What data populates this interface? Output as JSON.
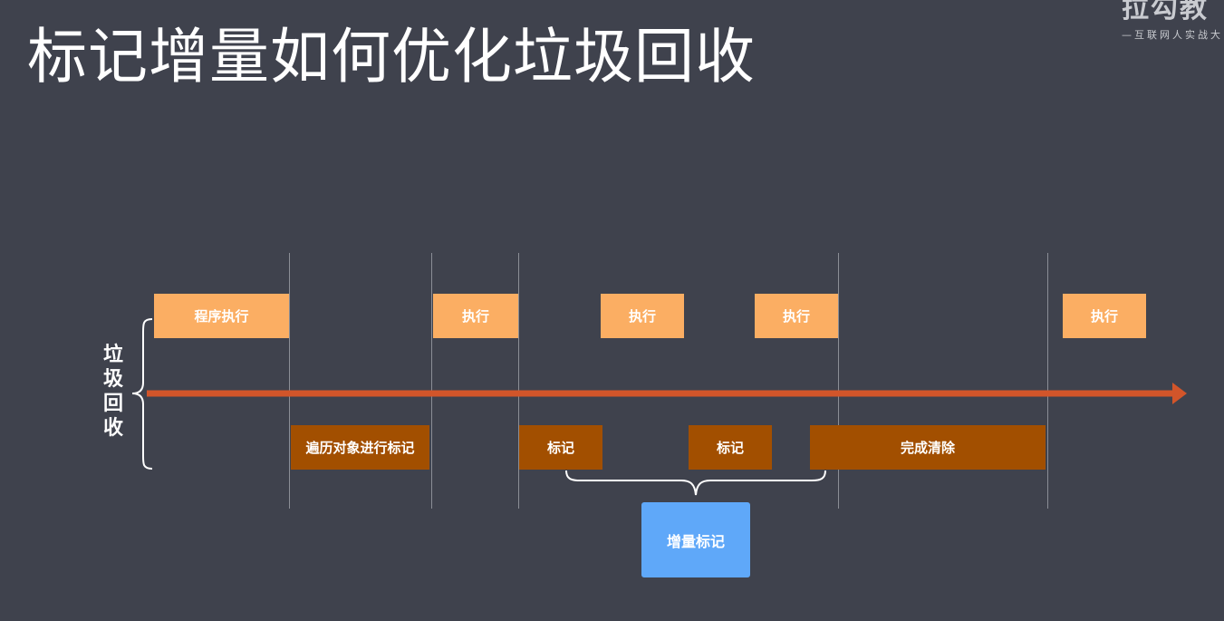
{
  "title": "标记增量如何优化垃圾回收",
  "logo": {
    "name": "拉勾教",
    "tagline": "—互联网人实战大"
  },
  "axis_label": "垃圾回收",
  "program_blocks": [
    {
      "label": "程序执行"
    },
    {
      "label": "执行"
    },
    {
      "label": "执行"
    },
    {
      "label": "执行"
    },
    {
      "label": "执行"
    }
  ],
  "gc_blocks": [
    {
      "label": "遍历对象进行标记"
    },
    {
      "label": "标记"
    },
    {
      "label": "标记"
    },
    {
      "label": "完成清除"
    }
  ],
  "incremental_label": "增量标记",
  "colors": {
    "background": "#3f424d",
    "execution": "#fbae63",
    "gc_phase": "#a24f00",
    "incremental": "#5fa8f9",
    "timeline_arrow": "#d2552a"
  }
}
